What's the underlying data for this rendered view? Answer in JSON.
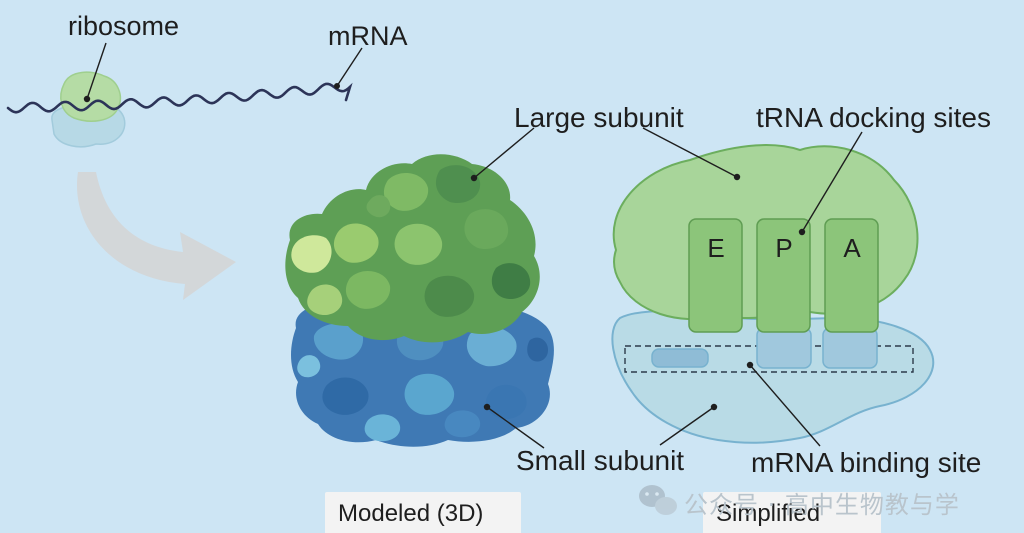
{
  "labels": {
    "ribosome": "ribosome",
    "mrna": "mRNA",
    "large_subunit": "Large subunit",
    "trna_sites": "tRNA docking sites",
    "small_subunit": "Small subunit",
    "mrna_binding": "mRNA binding site"
  },
  "sites": {
    "e": "E",
    "p": "P",
    "a": "A"
  },
  "captions": {
    "modeled": "Modeled (3D)",
    "simplified": "Simplified"
  },
  "watermark": "公众号 · 高中生物教与学",
  "colors": {
    "background": "#cde5f4",
    "large_subunit": "#a8d59a",
    "small_subunit": "#b9dbe6",
    "outline_green": "#6cae5e",
    "outline_blue": "#78b2cf"
  }
}
